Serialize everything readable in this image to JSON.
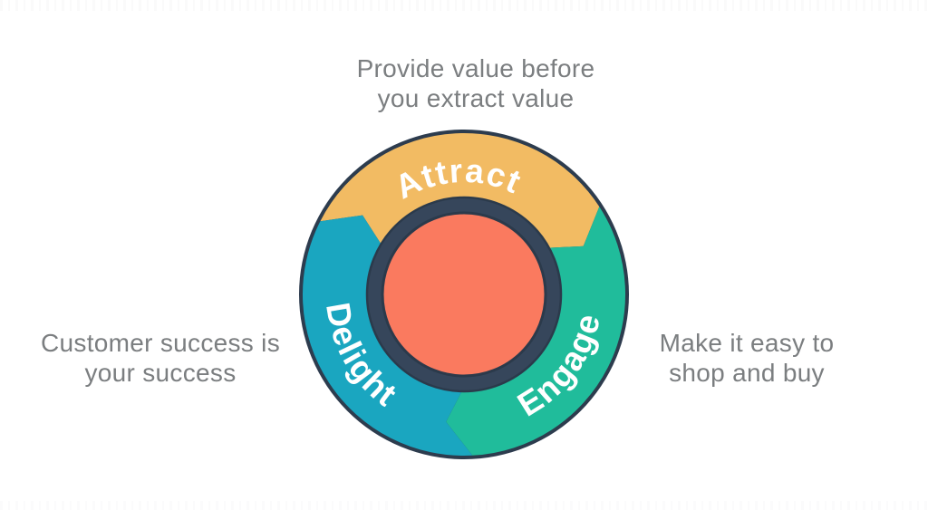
{
  "flywheel": {
    "segments": [
      {
        "id": "attract",
        "label": "Attract",
        "color": "#f2bb63"
      },
      {
        "id": "engage",
        "label": "Engage",
        "color": "#20bc9b"
      },
      {
        "id": "delight",
        "label": "Delight",
        "color": "#1aa6c0"
      }
    ],
    "hub_color": "#fa7a5f",
    "ring_color": "#36465b",
    "outline_color": "#2d3c4e",
    "label_color": "#ffffff"
  },
  "annotations": {
    "top": "Provide value before\nyou extract value",
    "left": "Customer success is\nyour success",
    "right": "Make it easy to\nshop and buy",
    "text_color": "#7b7e80"
  },
  "background": "#ffffff"
}
